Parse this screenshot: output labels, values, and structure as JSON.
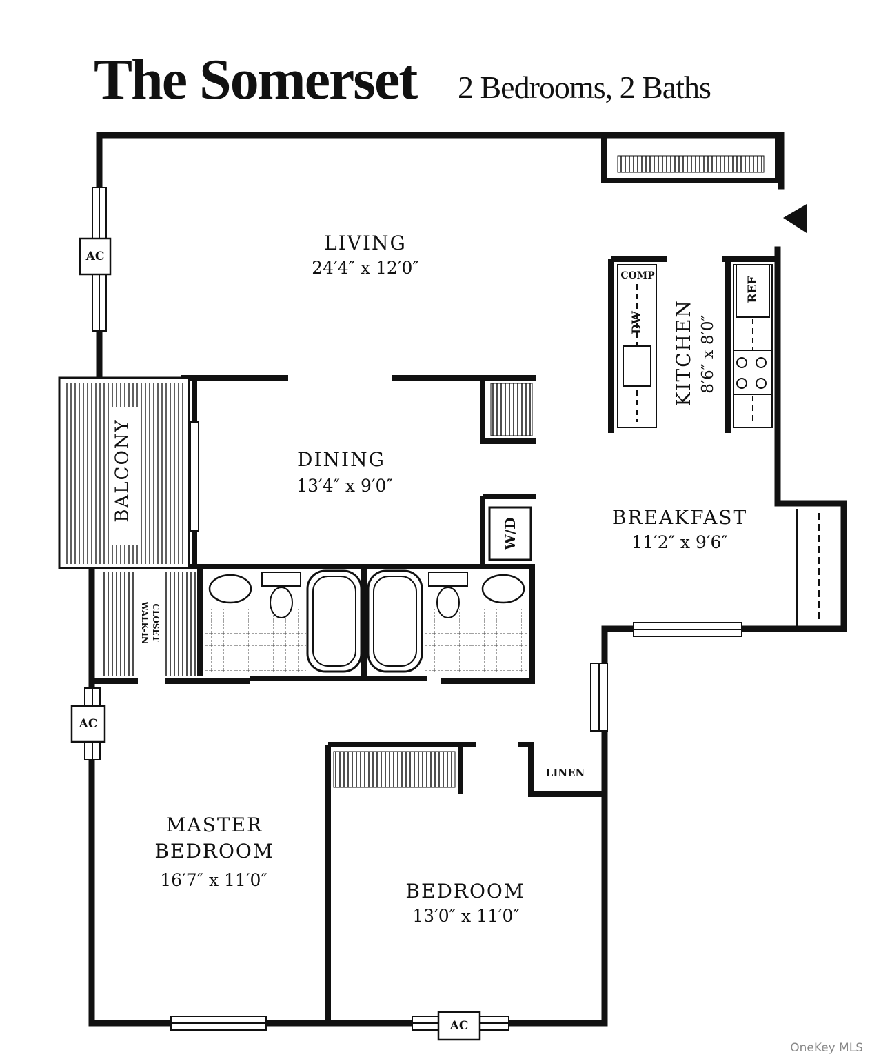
{
  "title": "The Somerset",
  "subtitle": "2 Bedrooms, 2 Baths",
  "rooms": {
    "living": {
      "name": "LIVING",
      "dims": "24′4″ x 12′0″"
    },
    "dining": {
      "name": "DINING",
      "dims": "13′4″ x 9′0″"
    },
    "kitchen": {
      "name": "KITCHEN",
      "dims": "8′6″ x 8′0″"
    },
    "breakfast": {
      "name": "BREAKFAST",
      "dims": "11′2″ x 9′6″"
    },
    "master": {
      "name_line1": "MASTER",
      "name_line2": "BEDROOM",
      "dims": "16′7″ x 11′0″"
    },
    "bedroom": {
      "name": "BEDROOM",
      "dims": "13′0″ x 11′0″"
    }
  },
  "features": {
    "balcony": "BALCONY",
    "walk_in_closet_line1": "WALK-IN",
    "walk_in_closet_line2": "CLOSET",
    "washer_dryer": "W/D",
    "linen": "LINEN",
    "ac": "AC",
    "compactor": "COMP",
    "dishwasher": "DW",
    "refrigerator": "REF"
  },
  "watermark": "OneKey MLS"
}
